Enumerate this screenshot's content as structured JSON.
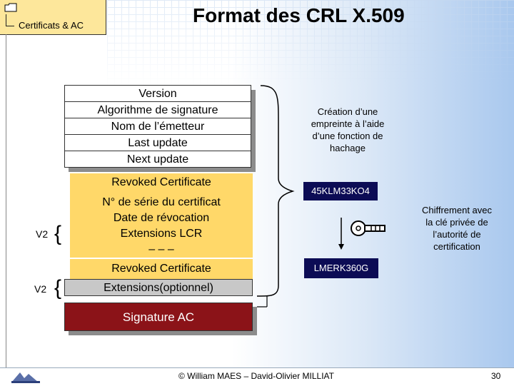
{
  "header": {
    "section_label": "Certificats & AC",
    "title": "Format des CRL X.509"
  },
  "crl_fields": [
    "Version",
    "Algorithme de signature",
    "Nom de l’émetteur",
    "Last update",
    "Next update"
  ],
  "revoked1": {
    "label": "Revoked Certificate",
    "serial": "N° de série du certificat",
    "date": "Date de révocation",
    "extensions": "Extensions LCR",
    "dashes": "– – –"
  },
  "revoked2": {
    "label": "Revoked Certificate"
  },
  "extensions_optional": "Extensions(optionnel)",
  "signature": "Signature AC",
  "v2_labels": [
    "V2",
    "V2"
  ],
  "hash_text": "Création d’une empreinte à l’aide d’une fonction de hachage",
  "hash_value": "45KLM33KO4",
  "cipher_text": "Chiffrement avec la clé privée de l’autorité de certification",
  "cipher_value": "LMERK360G",
  "footer": {
    "author": "© William MAES – David-Olivier MILLIAT",
    "page": "30"
  },
  "icons": [
    "folder-icon",
    "key-icon",
    "arrow-down-icon",
    "logo-icon"
  ]
}
